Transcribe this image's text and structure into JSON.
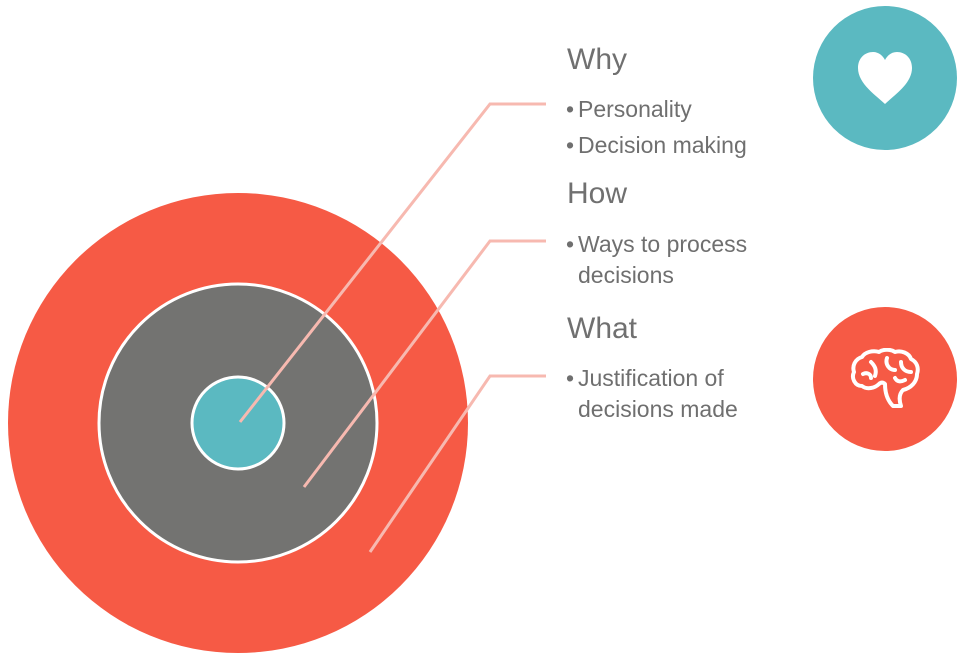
{
  "colors": {
    "outer_ring": "#f65a45",
    "middle_ring": "#737371",
    "core": "#5bb9c1",
    "ring_border": "#ffffff",
    "connector": "#f7b9b0",
    "heart_badge": "#5bb9c1",
    "brain_badge": "#f65a45",
    "icon_fill": "#ffffff"
  },
  "sections": {
    "why": {
      "title": "Why",
      "items": [
        "Personality",
        "Decision making"
      ]
    },
    "how": {
      "title": "How",
      "item_lines": [
        "Ways to process",
        "decisions"
      ]
    },
    "what": {
      "title": "What",
      "item_lines": [
        "Justification of",
        "decisions made"
      ]
    }
  },
  "bullet": "•",
  "icons": {
    "top": "heart-icon",
    "bottom": "brain-icon"
  }
}
